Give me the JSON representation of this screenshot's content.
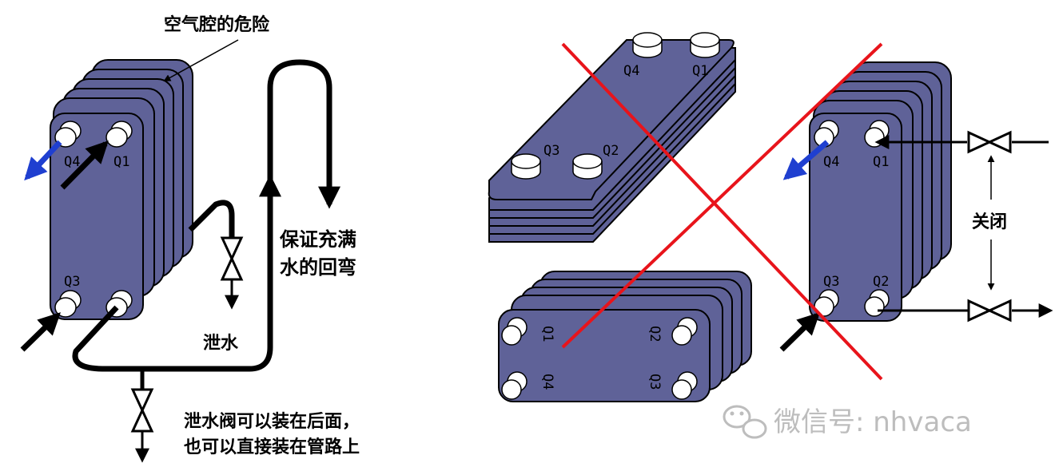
{
  "labels": {
    "air_pocket_danger": "空气腔的危险",
    "drain_water": "泄水",
    "ensure_full_bend_line1": "保证充满",
    "ensure_full_bend_line2": "水的回弯",
    "drain_valve_note_line1": "泄水阀可以装在后面，",
    "drain_valve_note_line2": "也可以直接装在管路上",
    "closed": "关闭"
  },
  "ports": {
    "q1": "Q1",
    "q2": "Q2",
    "q3": "Q3",
    "q4": "Q4"
  },
  "watermark": "微信号: nhvaca",
  "colors": {
    "plate": "#5f6298",
    "plate_stroke": "#000000",
    "cross": "#e8141b",
    "outflow_arrow": "#1f3fd0",
    "inflow_arrow": "#000000",
    "watermark": "#bdbdbd"
  }
}
